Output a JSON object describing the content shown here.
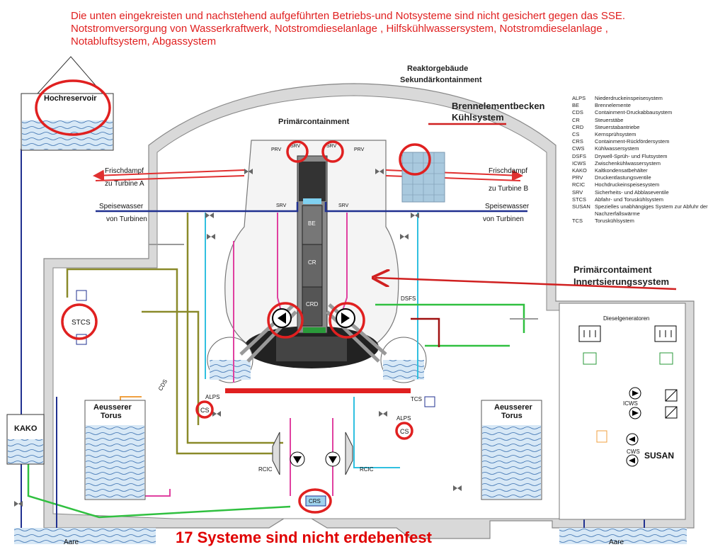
{
  "intro": {
    "line1": "Die unten eingekreisten und nachstehend aufgeführten Betriebs-und  Notsysteme sind nicht gesichert gegen das SSE.",
    "line2": "Notstromversorgung  von Wasserkraftwerk, Notstromdieselanlage , Hilfskühlwassersystem, Notstromdieselanlage ,",
    "line3": "Notabluftsystem, Abgassystem"
  },
  "labels": {
    "hochreservoir": "Hochreservoir",
    "reaktor1": "Reaktorgebäude",
    "reaktor2": "Sekundärkontainment",
    "primaer": "Primärcontainment",
    "becken1": "Brennelementbecken",
    "becken2": "Kühlsystem",
    "frisch_l1": "Frischdampf",
    "frisch_l2": "zu Turbine A",
    "frisch_r1": "Frischdampf",
    "frisch_r2": "zu Turbine B",
    "speise_l1": "Speisewasser",
    "speise_l2": "von Turbinen",
    "speise_r1": "Speisewasser",
    "speise_r2": "von Turbinen",
    "inert1": "Primärcontaiment",
    "inert2": "Innertsierungssystem",
    "stcs": "STCS",
    "torus_l1": "Aeusserer",
    "torus_l2": "Torus",
    "torus_r1": "Aeusserer",
    "torus_r2": "Torus",
    "kako": "KAKO",
    "susan": "SUSAN",
    "diesel": "Dieselgeneratoren",
    "icws": "ICWS",
    "cws": "CWS",
    "cs1": "CS",
    "cs2": "CS",
    "crs": "CRS",
    "alps1": "ALPS",
    "alps2": "ALPS",
    "tcs": "TCS",
    "dsfs": "DSFS",
    "cds": "CDS",
    "rcic_l": "RCIC",
    "rcic_r": "RCIC",
    "srv1": "SRV",
    "srv2": "SRV",
    "srv3": "SRV",
    "srv4": "SRV",
    "prv1": "PRV",
    "prv2": "PRV",
    "be": "BE",
    "cr": "CR",
    "crd": "CRD",
    "aare_l": "Aare",
    "aare_r": "Aare"
  },
  "legend": [
    {
      "abbr": "ALPS",
      "desc": "Niederdruckeinspeisesystem"
    },
    {
      "abbr": "BE",
      "desc": "Brennelemente"
    },
    {
      "abbr": "CDS",
      "desc": "Containment-Druckabbausystem"
    },
    {
      "abbr": "CR",
      "desc": "Steuerstäbe"
    },
    {
      "abbr": "CRD",
      "desc": "Steuerstabantriebe"
    },
    {
      "abbr": "CS",
      "desc": "Kernsprühsystem"
    },
    {
      "abbr": "CRS",
      "desc": "Containment-Rückfördersystem"
    },
    {
      "abbr": "CWS",
      "desc": "Kühlwassersystem"
    },
    {
      "abbr": "DSFS",
      "desc": "Drywell-Sprüh- und Flutsystem"
    },
    {
      "abbr": "ICWS",
      "desc": "Zwischenkühlwassersystem"
    },
    {
      "abbr": "KAKO",
      "desc": "Kaltkondensatbehälter"
    },
    {
      "abbr": "PRV",
      "desc": "Druckentlastungsventile"
    },
    {
      "abbr": "RCIC",
      "desc": "Hochdruckeinspeisesystem"
    },
    {
      "abbr": "SRV",
      "desc": "Sicherheits- und Abblaseventile"
    },
    {
      "abbr": "STCS",
      "desc": "Abfahr- und Toruskühlsystem"
    },
    {
      "abbr": "SUSAN",
      "desc": "Spezielles unabhängiges System zur Abfuhr der Nachzerfallswärme"
    },
    {
      "abbr": "TCS",
      "desc": "Toruskühlsystem"
    }
  ],
  "headline": "17 Systeme sind nicht erdebenfest",
  "colors": {
    "annotation": "#e02020",
    "building": "#b0b0b0",
    "steam": "#e03030",
    "feedwater": "#203090",
    "water": "#cfe3f3"
  }
}
